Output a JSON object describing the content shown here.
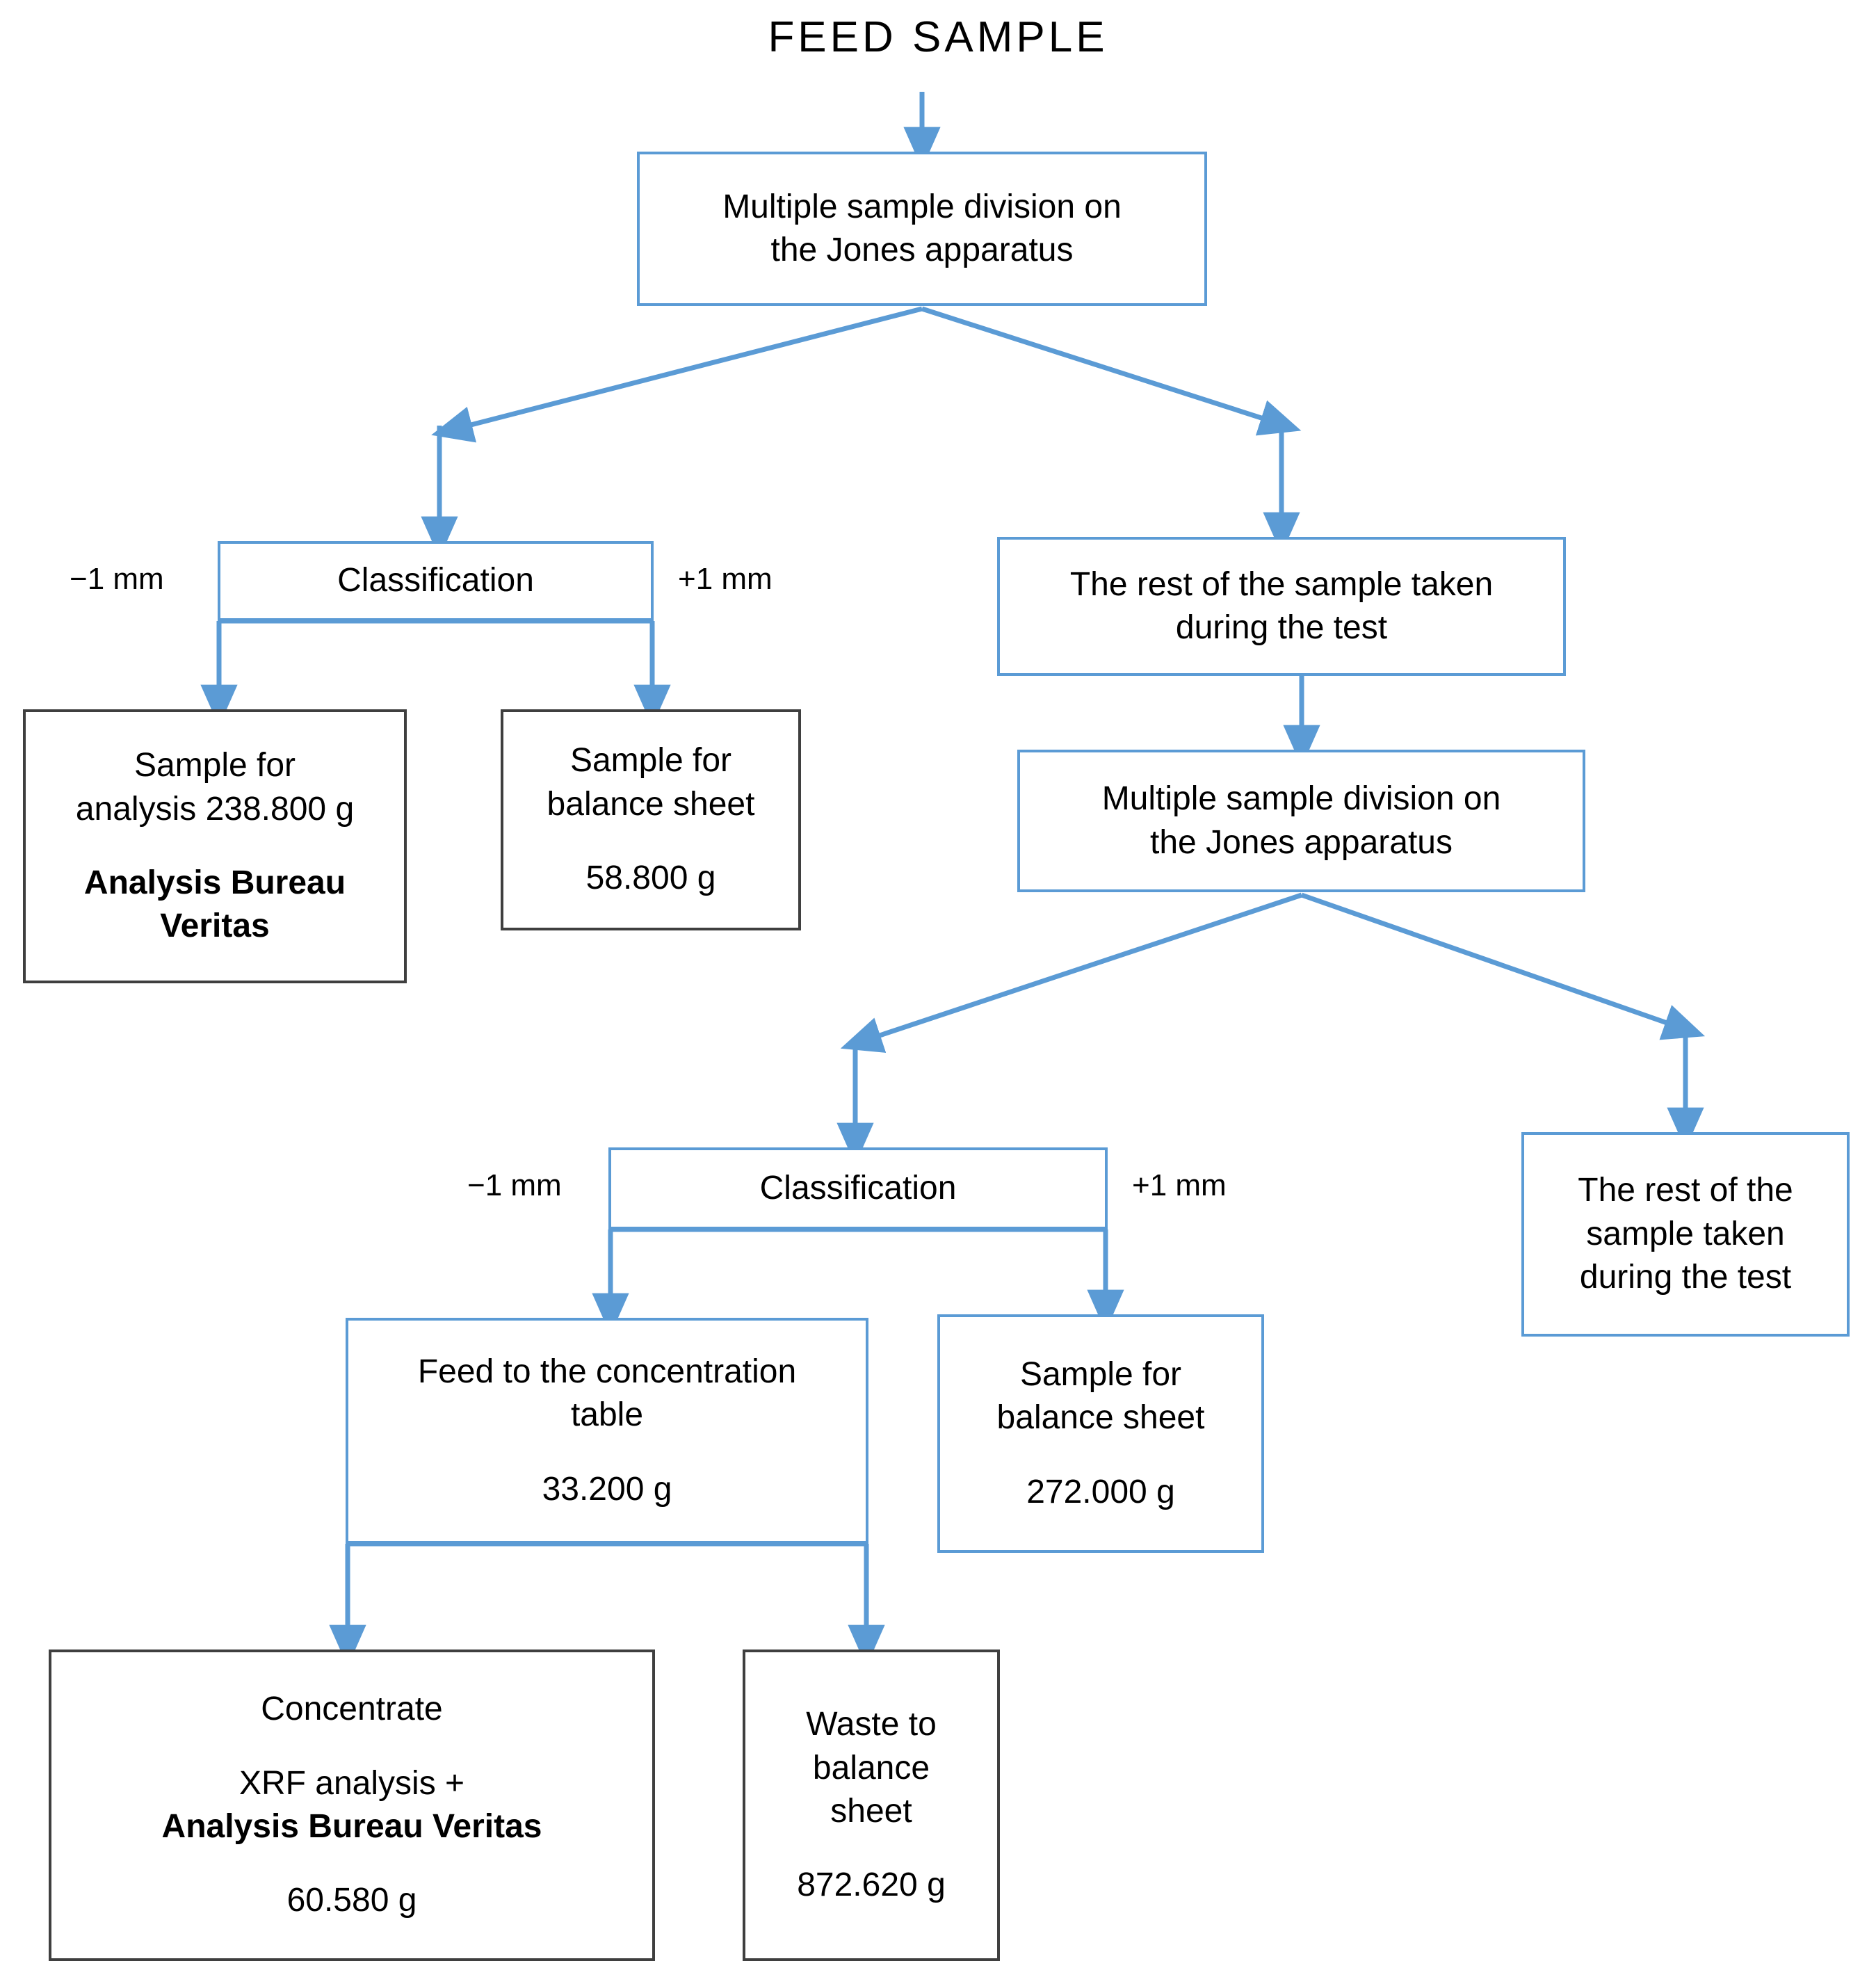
{
  "diagram": {
    "title": "FEED SAMPLE",
    "type": "flowchart",
    "accent_color": "#5B9BD5",
    "box_border_dark": "#3F3F3F",
    "nodes": {
      "jones1": {
        "lines": [
          "Multiple sample division on",
          "the Jones apparatus"
        ]
      },
      "class1": {
        "lines": [
          "Classification"
        ]
      },
      "rest1": {
        "lines": [
          "The rest of the sample taken",
          "during the test"
        ]
      },
      "analysis1": {
        "lines": [
          "Sample for",
          "analysis 238.800 g"
        ],
        "bold_lines": [
          "Analysis Bureau",
          "Veritas"
        ],
        "mass": "238.800 g"
      },
      "balance1": {
        "lines": [
          "Sample for",
          "balance sheet"
        ],
        "mass": "58.800 g"
      },
      "jones2": {
        "lines": [
          "Multiple sample division on",
          "the Jones apparatus"
        ]
      },
      "class2": {
        "lines": [
          "Classification"
        ]
      },
      "rest2": {
        "lines": [
          "The rest of the",
          "sample taken",
          "during the test"
        ]
      },
      "feedconc": {
        "lines": [
          "Feed to the concentration",
          "table"
        ],
        "mass": "33.200 g"
      },
      "balance2": {
        "lines": [
          "Sample for",
          "balance sheet"
        ],
        "mass": "272.000 g"
      },
      "concentrate": {
        "lines": [
          "Concentrate"
        ],
        "sub": "XRF analysis +",
        "bold_lines": [
          "Analysis Bureau Veritas"
        ],
        "mass": "60.580 g"
      },
      "waste": {
        "lines": [
          "Waste to",
          "balance",
          "sheet"
        ],
        "mass": "872.620 g"
      }
    },
    "edge_labels": {
      "minus_1mm_top": "−1 mm",
      "plus_1mm_top": "+1 mm",
      "minus_1mm_bottom": "−1 mm",
      "plus_1mm_bottom": "+1 mm"
    }
  }
}
